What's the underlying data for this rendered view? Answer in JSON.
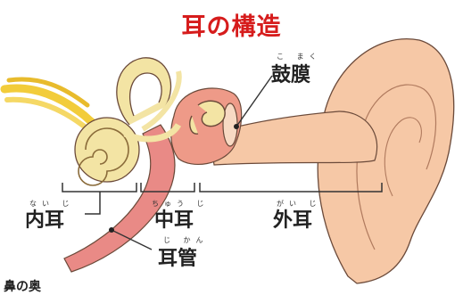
{
  "title": "耳の構造",
  "labels": {
    "eardrum": {
      "text": "鼓膜",
      "ruby": "こ まく"
    },
    "inner_ear": {
      "text": "内耳",
      "ruby": "ない じ"
    },
    "middle_ear": {
      "text": "中耳",
      "ruby": "ちゅう じ"
    },
    "outer_ear": {
      "text": "外耳",
      "ruby": "がい じ"
    },
    "ear_tube": {
      "text": "耳管",
      "ruby": "じ かん"
    },
    "nose_back": {
      "text": "鼻の奥"
    }
  },
  "colors": {
    "title": "#d61c1c",
    "skin": "#f6c8a6",
    "skin_dark": "#e9a684",
    "tube": "#e98a86",
    "nerve": "#f2cc3a",
    "cochlea": "#f3e4a4"
  }
}
